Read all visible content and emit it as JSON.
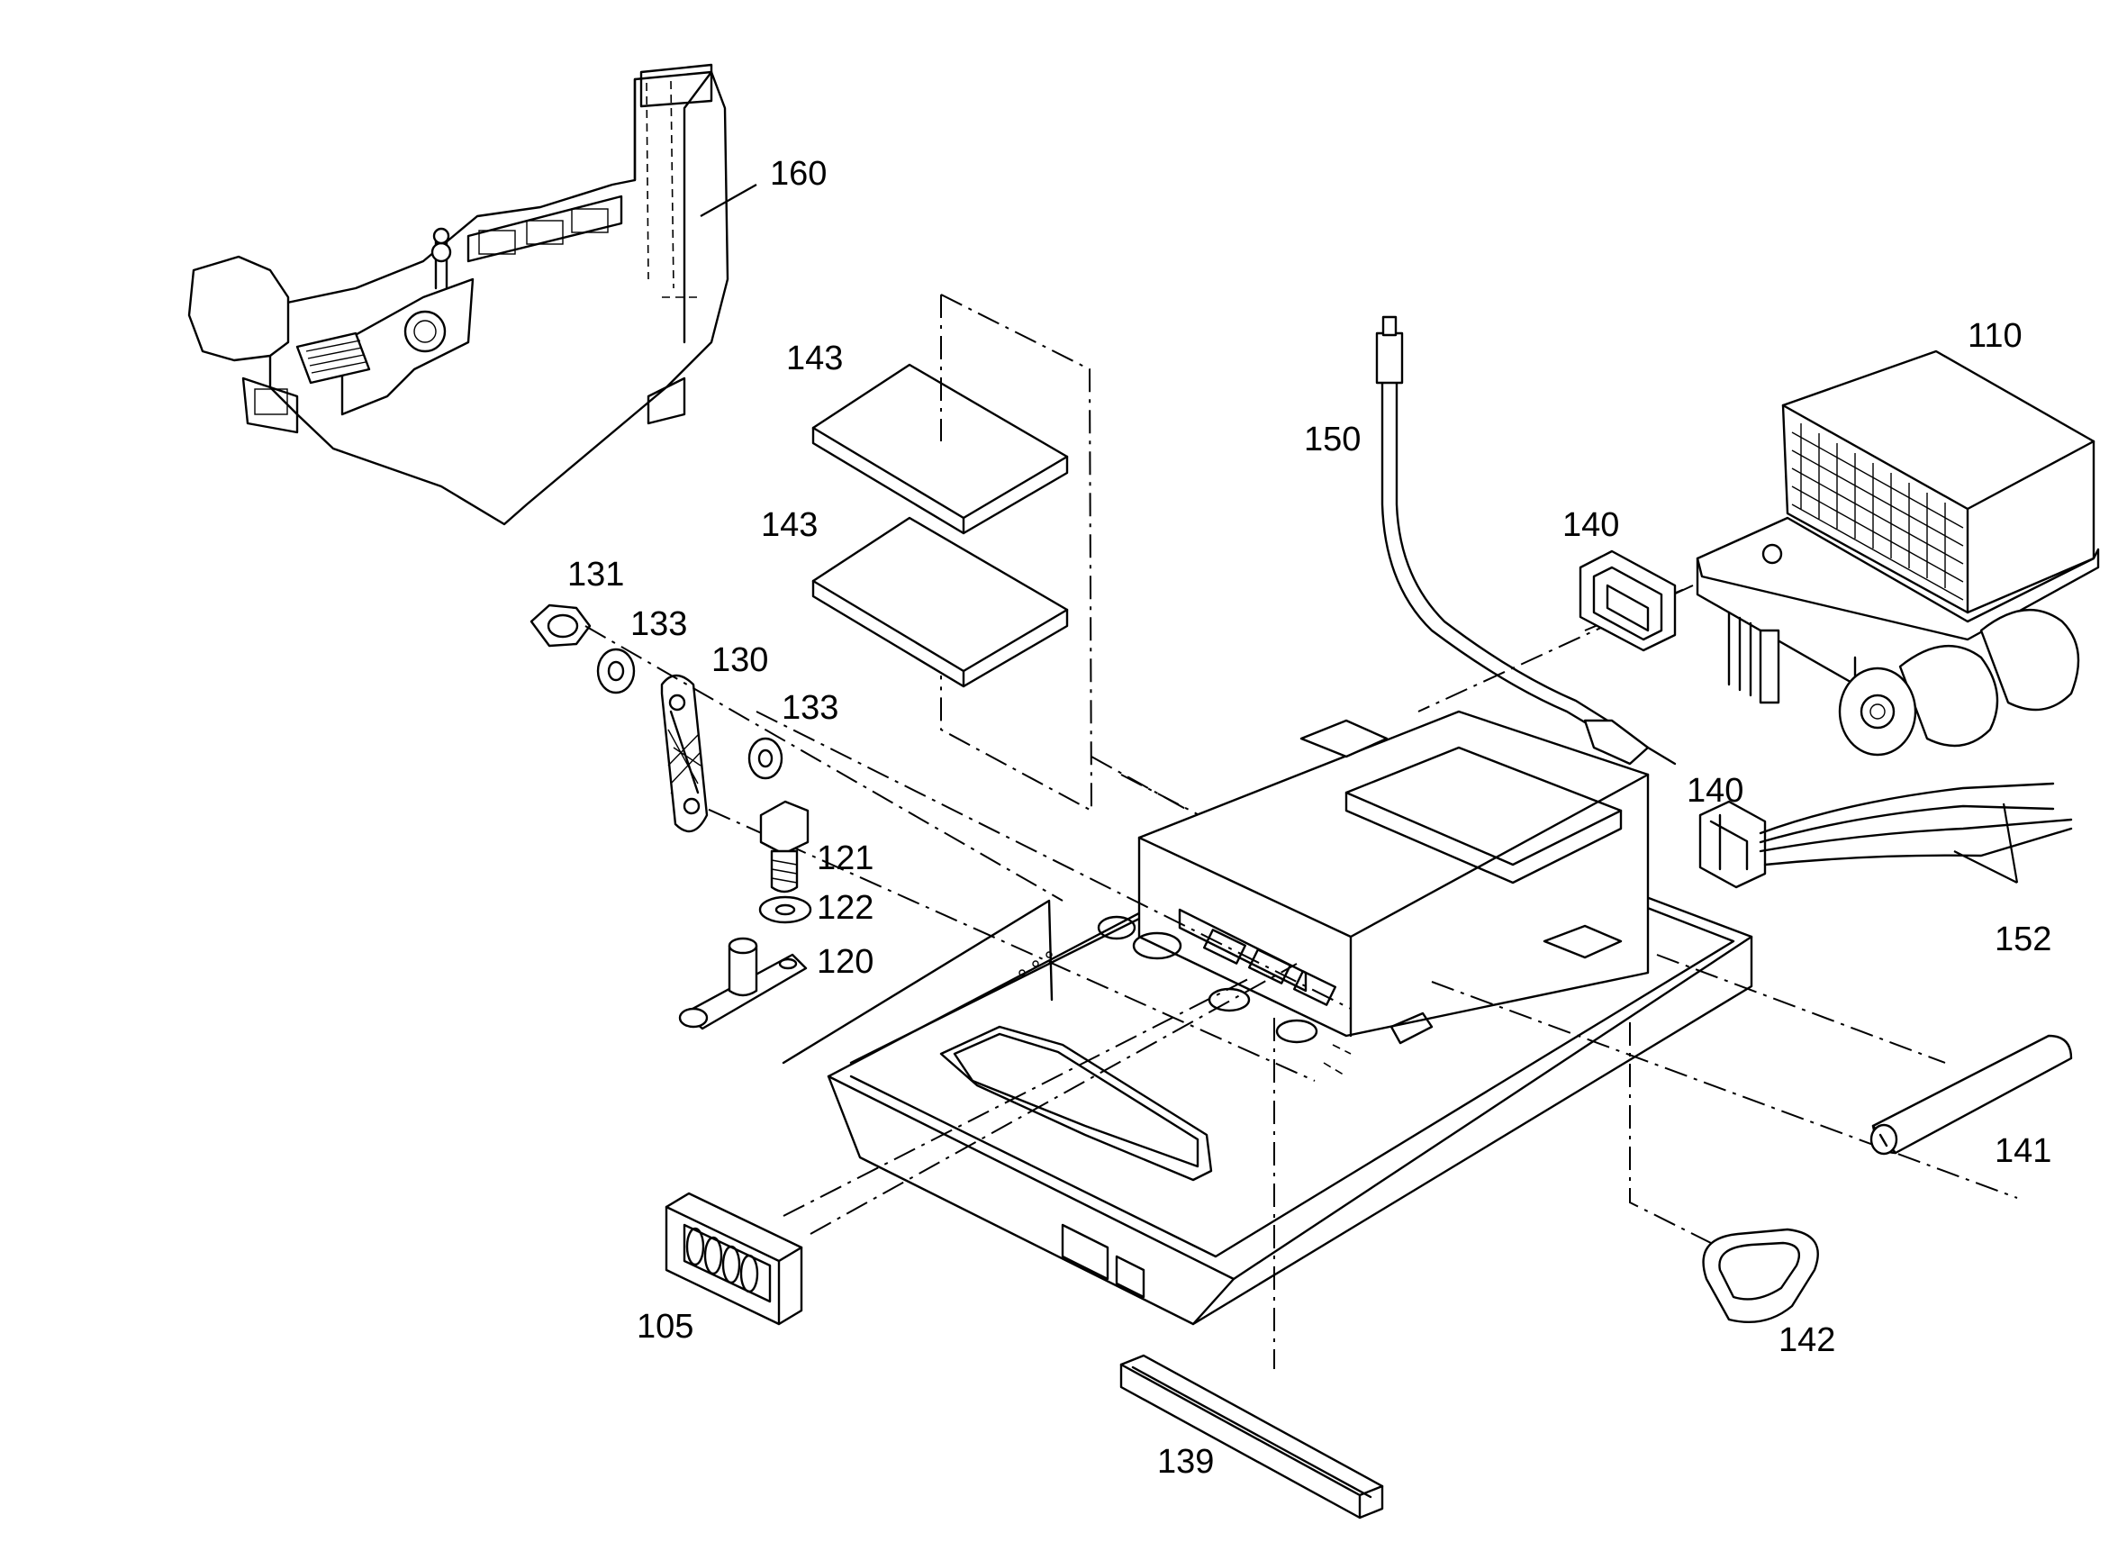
{
  "diagram": {
    "type": "exploded-parts-diagram",
    "callouts": {
      "p160": "160",
      "p143a": "143",
      "p143b": "143",
      "p150": "150",
      "p110": "110",
      "p140a": "140",
      "p140b": "140",
      "p152": "152",
      "p131": "131",
      "p133a": "133",
      "p130": "130",
      "p133b": "133",
      "p121": "121",
      "p122": "122",
      "p120": "120",
      "p141": "141",
      "p142": "142",
      "p105": "105",
      "p139": "139"
    }
  }
}
